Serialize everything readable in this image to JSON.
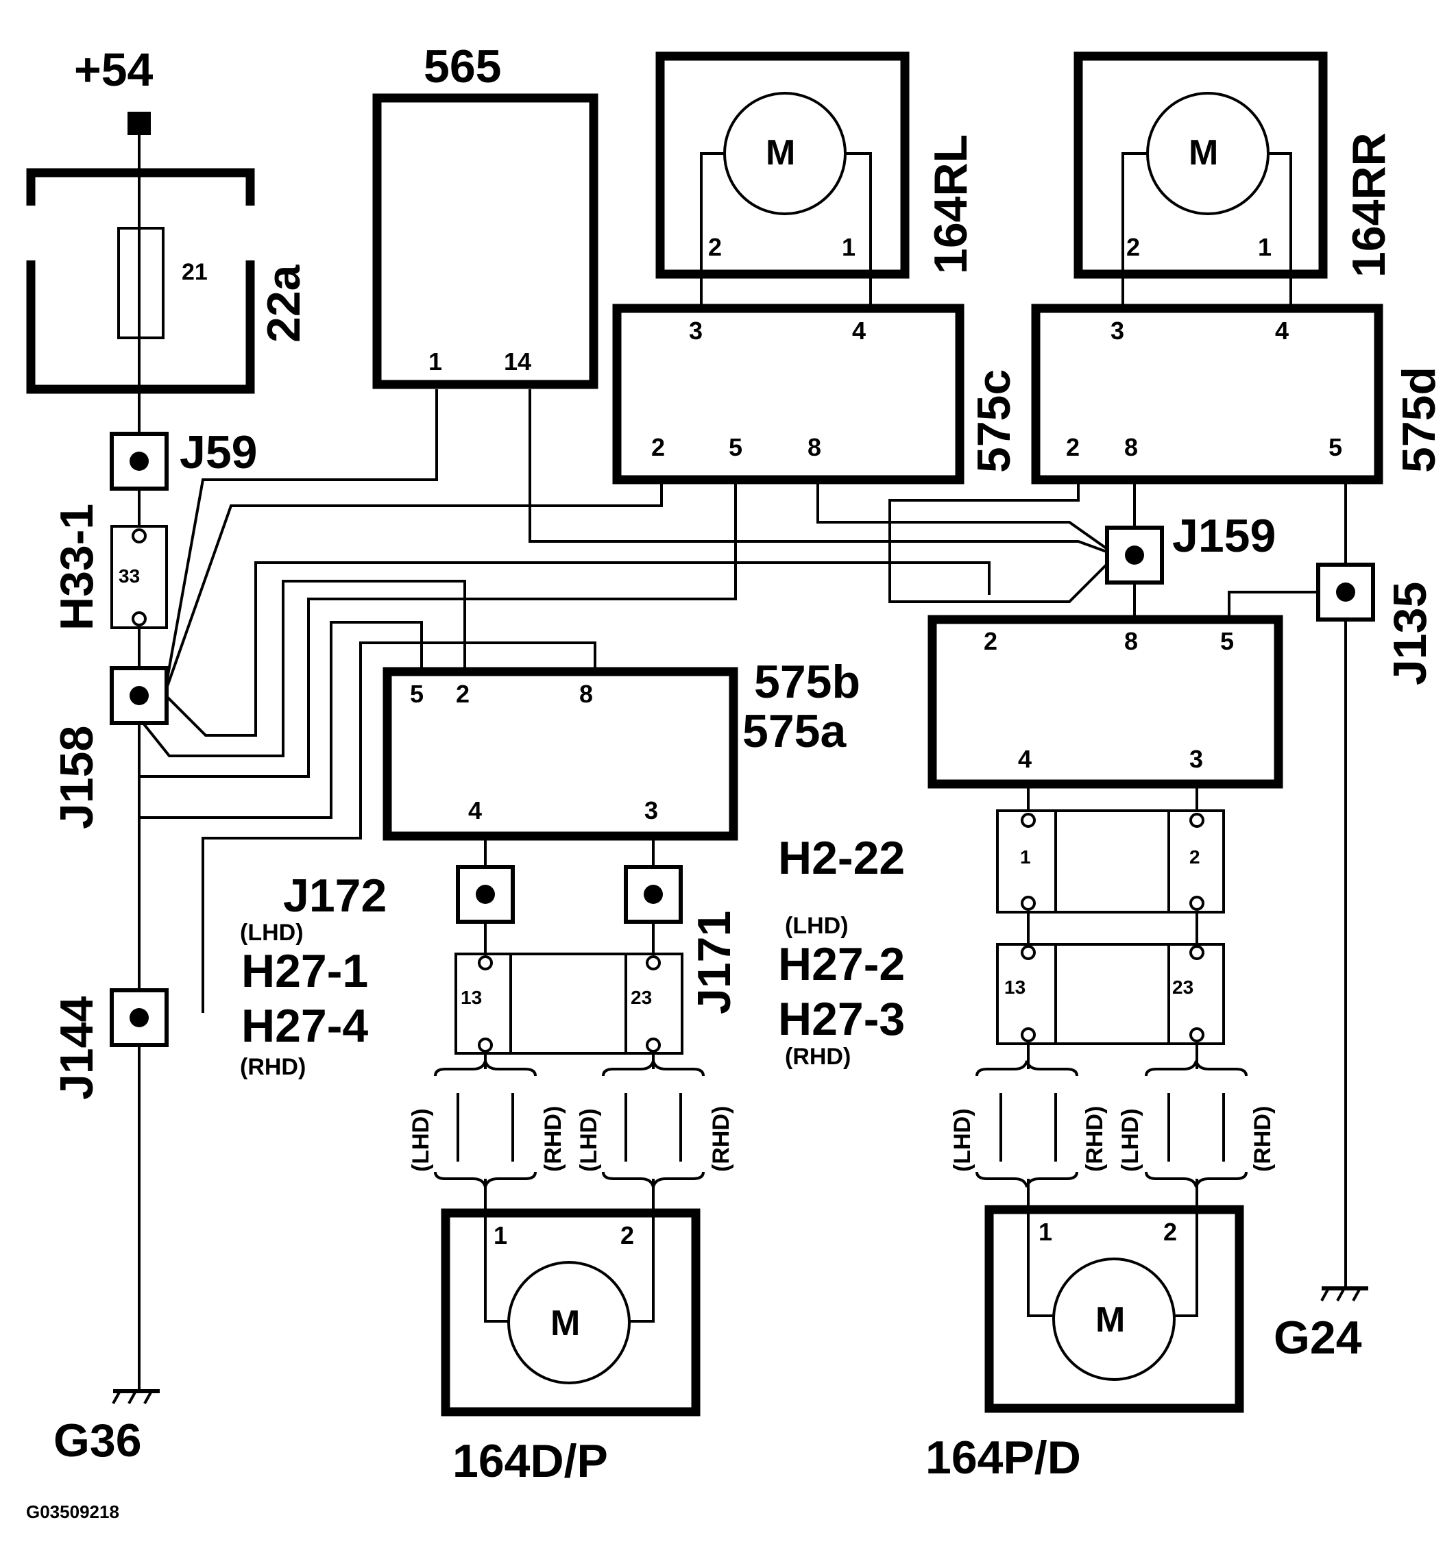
{
  "labels": {
    "supply": "+54",
    "fuse_box": "22a",
    "fuse_num": "21",
    "module_565": "565",
    "motor_rl": "164RL",
    "motor_rr": "164RR",
    "module_575c": "575c",
    "module_575d": "575d",
    "module_575b": "575b",
    "module_575a": "575a",
    "j59": "J59",
    "h33": "H33-1",
    "h33_num": "33",
    "j158": "J158",
    "j144": "J144",
    "j159": "J159",
    "j135": "J135",
    "j172": "J172",
    "j171": "J171",
    "h27_1": "H27-1",
    "h27_4": "H27-4",
    "h2_22": "H2-22",
    "h27_2": "H27-2",
    "h27_3": "H27-3",
    "lhd": "(LHD)",
    "rhd": "(RHD)",
    "motor_dp": "164D/P",
    "motor_pd": "164P/D",
    "ground_g36": "G36",
    "ground_g24": "G24",
    "motor_letter": "M",
    "figure_id": "G03509218"
  },
  "pins": {
    "p1": "1",
    "p2": "2",
    "p3": "3",
    "p4": "4",
    "p5": "5",
    "p8": "8",
    "p13": "13",
    "p14": "14",
    "p23": "23"
  }
}
